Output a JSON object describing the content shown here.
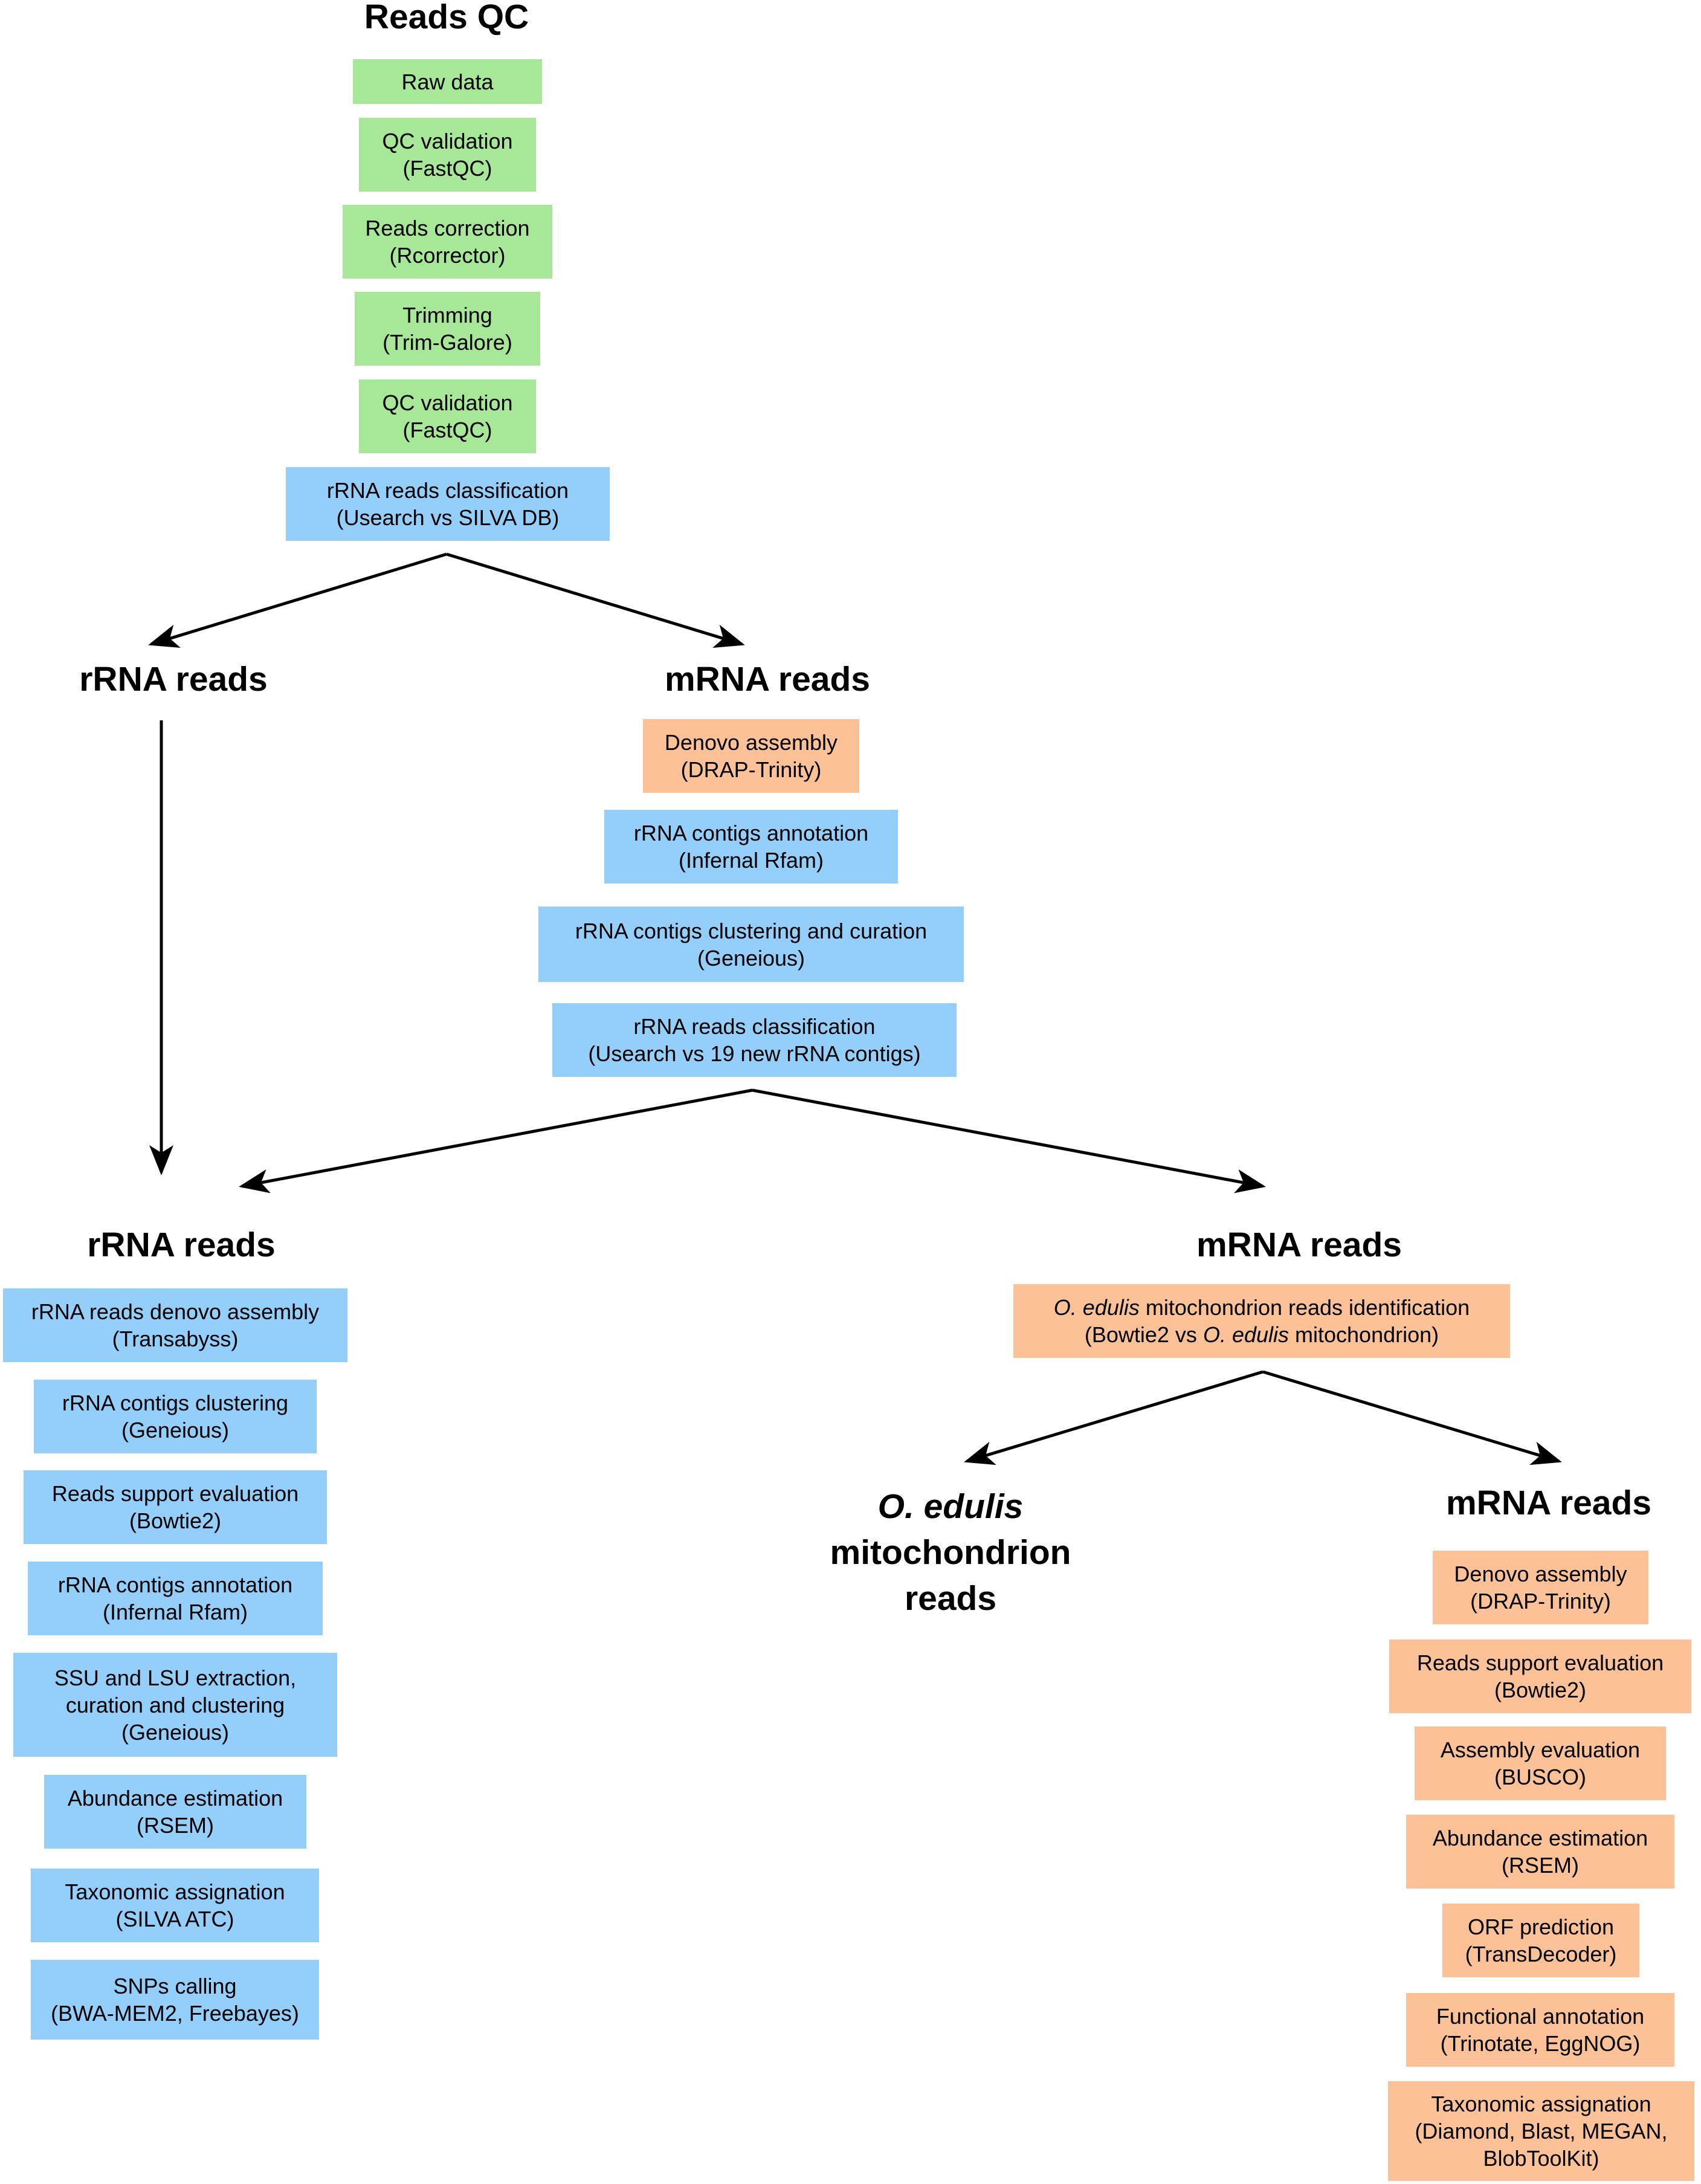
{
  "colors": {
    "qc_green": "#a6e898",
    "rrna_blue": "#94cffb",
    "mrna_orange": "#fcc197",
    "arrow": "#000000"
  },
  "headings": {
    "reads_qc": "Reads QC",
    "rrna_reads_1": "rRNA reads",
    "mrna_reads_1": "mRNA reads",
    "rrna_reads_2": "rRNA reads",
    "mrna_reads_2": "mRNA reads",
    "oedulis_species": "O. edulis",
    "oedulis_rest_1": "mitochondrion",
    "oedulis_rest_2": "reads",
    "mrna_reads_3": "mRNA reads"
  },
  "qc_steps": [
    {
      "l1": "Raw data",
      "l2": ""
    },
    {
      "l1": "QC validation",
      "l2": "(FastQC)"
    },
    {
      "l1": "Reads correction",
      "l2": "(Rcorrector)"
    },
    {
      "l1": "Trimming",
      "l2": "(Trim-Galore)"
    },
    {
      "l1": "QC validation",
      "l2": "(FastQC)"
    },
    {
      "l1": "rRNA reads classification",
      "l2": "(Usearch vs SILVA DB)"
    }
  ],
  "mrna_steps_1": [
    {
      "l1": "Denovo assembly",
      "l2": "(DRAP-Trinity)"
    },
    {
      "l1": "rRNA contigs annotation",
      "l2": "(Infernal Rfam)"
    },
    {
      "l1": "rRNA contigs clustering and curation",
      "l2": "(Geneious)"
    },
    {
      "l1": "rRNA reads classification",
      "l2": "(Usearch vs 19 new rRNA contigs)"
    }
  ],
  "rrna_steps_2": [
    {
      "l1": "rRNA reads denovo assembly",
      "l2": "(Transabyss)"
    },
    {
      "l1": "rRNA contigs clustering",
      "l2": "(Geneious)"
    },
    {
      "l1": "Reads support evaluation",
      "l2": "(Bowtie2)"
    },
    {
      "l1": "rRNA contigs annotation",
      "l2": "(Infernal Rfam)"
    },
    {
      "l1": "SSU and LSU extraction,",
      "l2": "curation and clustering",
      "l3": "(Geneious)"
    },
    {
      "l1": "Abundance estimation",
      "l2": "(RSEM)"
    },
    {
      "l1": "Taxonomic assignation",
      "l2": "(SILVA ATC)"
    },
    {
      "l1": "SNPs calling",
      "l2": "(BWA-MEM2, Freebayes)"
    }
  ],
  "mito_step": {
    "l1_italic": "O. edulis",
    "l1_rest": " mitochondrion reads identification",
    "l2_start": "(Bowtie2 vs ",
    "l2_italic": "O. edulis",
    "l2_rest": " mitochondrion)"
  },
  "mrna_steps_3": [
    {
      "l1": "Denovo assembly",
      "l2": "(DRAP-Trinity)"
    },
    {
      "l1": "Reads support evaluation",
      "l2": "(Bowtie2)"
    },
    {
      "l1": "Assembly evaluation",
      "l2": "(BUSCO)"
    },
    {
      "l1": "Abundance estimation",
      "l2": "(RSEM)"
    },
    {
      "l1": "ORF prediction",
      "l2": "(TransDecoder)"
    },
    {
      "l1": "Functional annotation",
      "l2": "(Trinotate, EggNOG)"
    },
    {
      "l1": "Taxonomic assignation",
      "l2": "(Diamond, Blast, MEGAN,",
      "l3": "BlobToolKit)"
    }
  ]
}
